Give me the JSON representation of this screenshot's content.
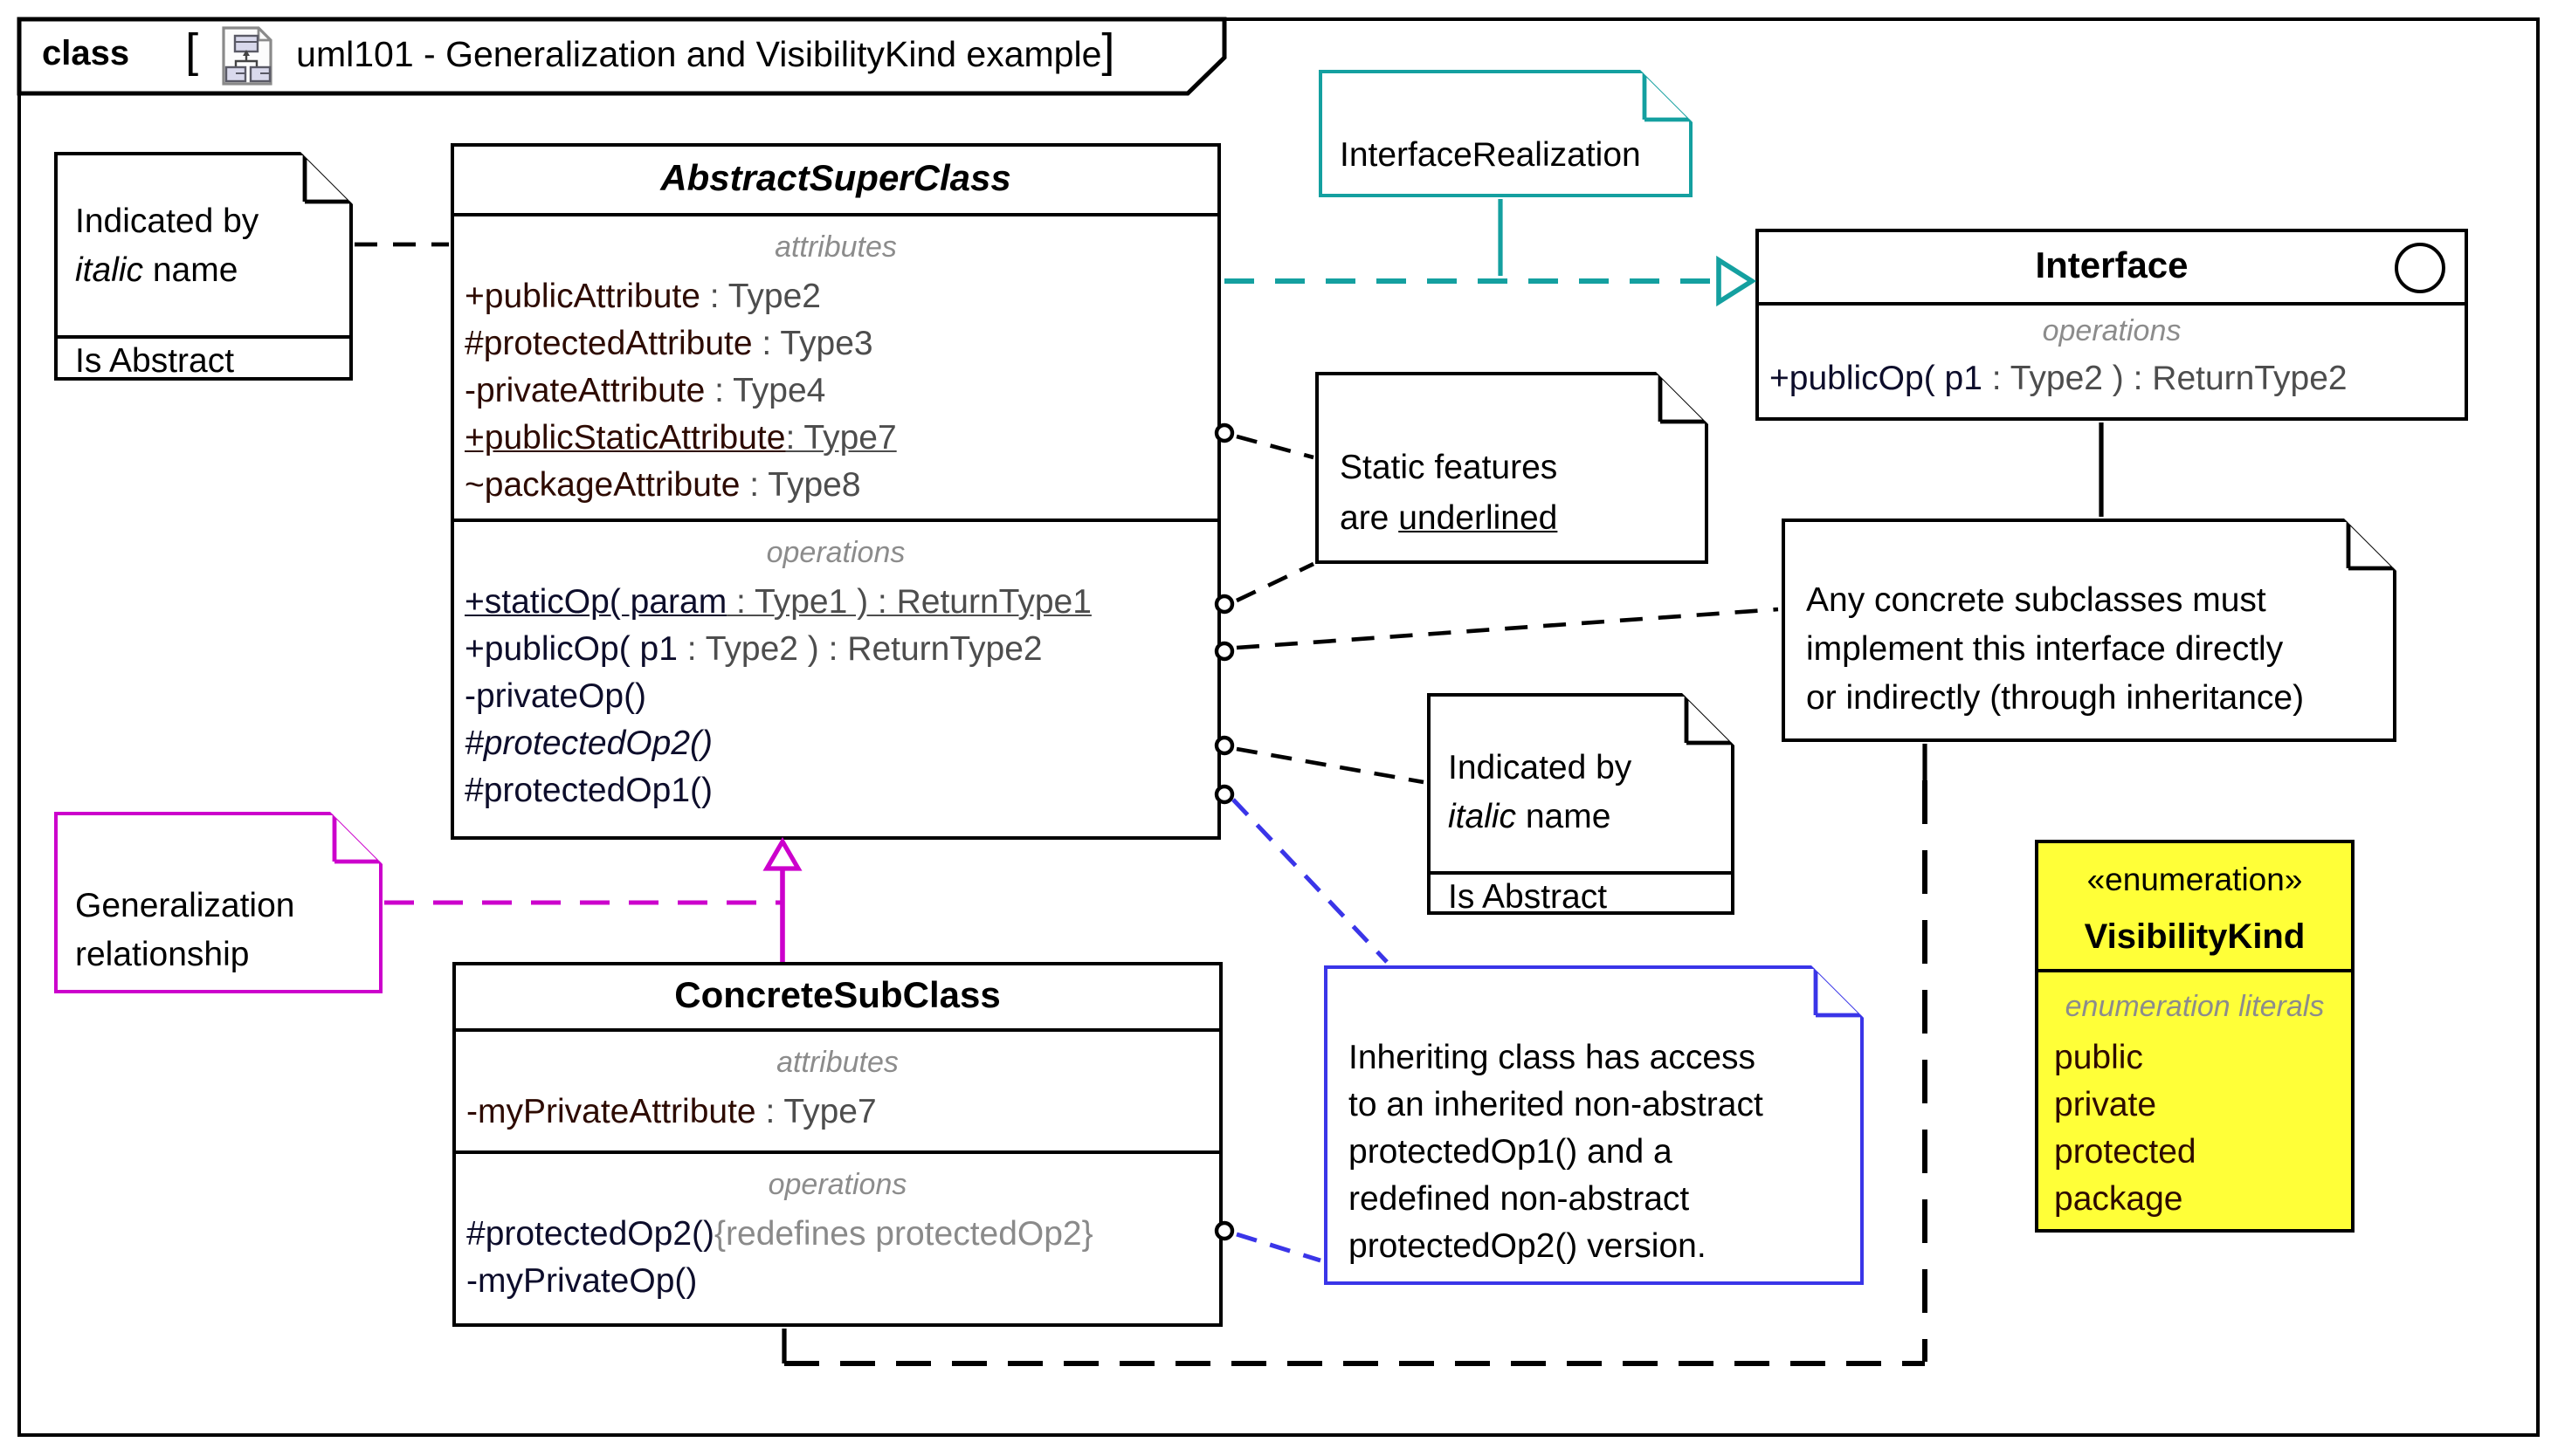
{
  "frame": {
    "keyword": "class",
    "bracket_open": "[",
    "bracket_close": "]",
    "diagram_title": "uml101 - Generalization and VisibilityKind example"
  },
  "colors": {
    "realization_teal": "#14a0a0",
    "generalization_magenta": "#cc00cc",
    "note_blue": "#3a35e8",
    "enum_yellow": "#ffff38",
    "attribute_name": "#2d0a00",
    "operation_name": "#0d0d2b",
    "type_gray": "#4d4d4d",
    "section_label_gray": "#8c8c8c"
  },
  "classes": {
    "abstract_super_class": {
      "name": "AbstractSuperClass",
      "attributes_label": "attributes",
      "operations_label": "operations",
      "attributes": [
        {
          "name": "+publicAttribute",
          "type": " : Type2"
        },
        {
          "name": "#protectedAttribute",
          "type": " : Type3"
        },
        {
          "name": "-privateAttribute",
          "type": " : Type4"
        },
        {
          "name": "+publicStaticAttribute",
          "type": ": Type7"
        },
        {
          "name": "~packageAttribute",
          "type": " : Type8"
        }
      ],
      "operations": [
        {
          "name": "+staticOp( param",
          "type": " : Type1 ) : ReturnType1"
        },
        {
          "name": "+publicOp( p1",
          "type": " : Type2 ) : ReturnType2"
        },
        {
          "name": "-privateOp()",
          "type": ""
        },
        {
          "name": "#protectedOp2()",
          "type": ""
        },
        {
          "name": "#protectedOp1()",
          "type": ""
        }
      ]
    },
    "concrete_sub_class": {
      "name": "ConcreteSubClass",
      "attributes_label": "attributes",
      "operations_label": "operations",
      "attributes": [
        {
          "name": "-myPrivateAttribute",
          "type": " : Type7"
        }
      ],
      "operations": [
        {
          "name": "#protectedOp2()",
          "annotation": "{redefines protectedOp2}"
        },
        {
          "name": "-myPrivateOp()",
          "annotation": ""
        }
      ]
    },
    "interface": {
      "name": "Interface",
      "operations_label": "operations",
      "operations": [
        {
          "name": "+publicOp( p1",
          "type": " : Type2 ) : ReturnType2"
        }
      ]
    }
  },
  "enumeration": {
    "stereotype": "«enumeration»",
    "name": "VisibilityKind",
    "literals_label": "enumeration literals",
    "literals": [
      "public",
      "private",
      "protected",
      "package"
    ]
  },
  "notes": {
    "abstract_top": {
      "line1": "Indicated by",
      "line2_italic": "italic",
      "line2_rest": " name",
      "compartment": "Is Abstract"
    },
    "interface_realization": {
      "text": "InterfaceRealization"
    },
    "static_features": {
      "line1": "Static features",
      "line2_prefix": "are ",
      "line2_underlined": "underlined"
    },
    "any_concrete": {
      "line1": "Any concrete subclasses must",
      "line2": "implement this interface directly",
      "line3": "or indirectly (through inheritance)"
    },
    "abstract_mid": {
      "line1": "Indicated by",
      "line2_italic": "italic",
      "line2_rest": " name",
      "compartment": "Is Abstract"
    },
    "generalization": {
      "line1": "Generalization",
      "line2": "relationship"
    },
    "inheriting": {
      "line1": "Inheriting class has access",
      "line2": "to an inherited non-abstract",
      "line3": "protectedOp1() and a",
      "line4": "redefined non-abstract",
      "line5": "protectedOp2() version."
    }
  }
}
